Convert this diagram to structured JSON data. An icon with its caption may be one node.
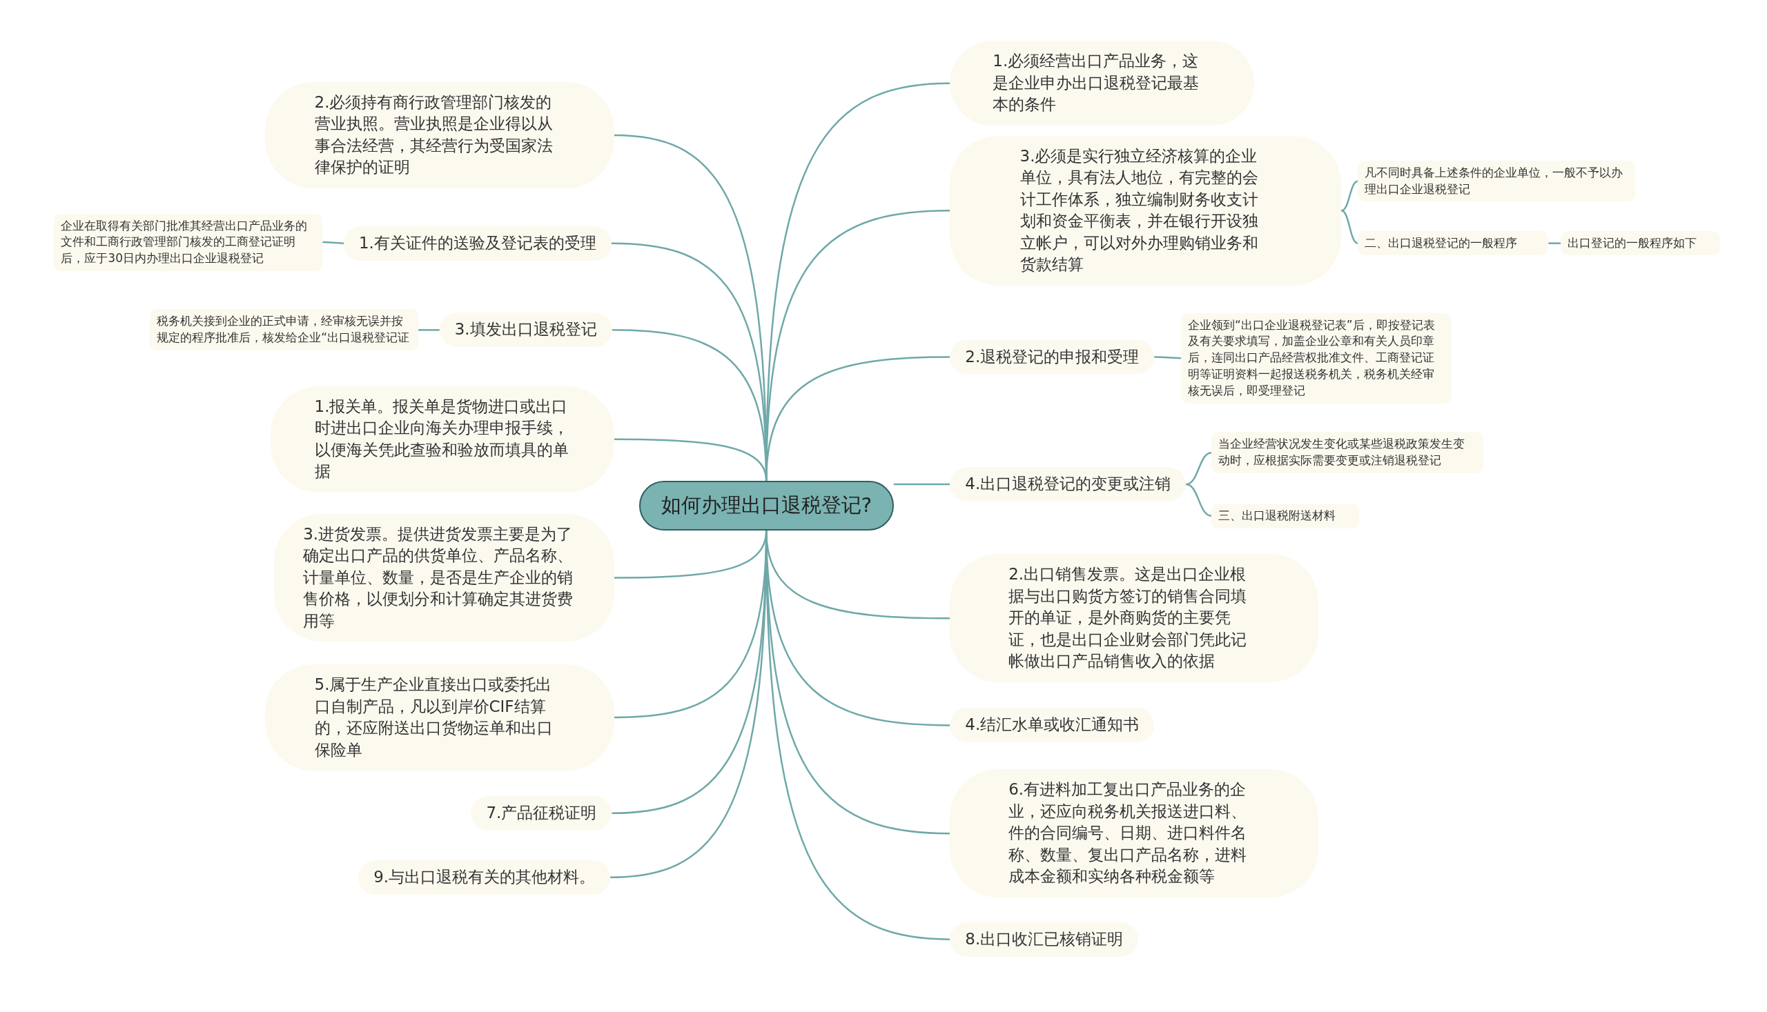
{
  "diagram": {
    "nodes": [
      {
        "text": [
          "如何办理出口退税登记?"
        ]
      },
      {
        "text": [
          "1.必须经营出口产品业务，这是企业申办出口退税登记最基本的条件"
        ]
      },
      {
        "text": [
          "3.必须是实行独立经济核算的企业单位，具有法人地位，有完整的会计工作体系，独立编制财务收支计划和资金平衡表，并在银行开设独立帐户，可以对外办理购销业务和货款结算"
        ]
      },
      {
        "text": [
          "凡不同时具备上述条件的企业单位，一般不予以办理出口企业退税登记"
        ]
      },
      {
        "text": [
          "二、出口退税登记的一般程序"
        ]
      },
      {
        "text": [
          "出口登记的一般程序如下"
        ]
      },
      {
        "text": [
          "2.退税登记的申报和受理"
        ]
      },
      {
        "text": [
          "企业领到“出口企业退税登记表”后，即按登记表及有关要求填写，加盖企业公章和有关人员印章后，连同出口产品经营权批准文件、工商登记证明等证明资料一起报送税务机关，税务机关经审核无误后，即受理登记"
        ]
      },
      {
        "text": [
          "4.出口退税登记的变更或注销"
        ]
      },
      {
        "text": [
          "当企业经营状况发生变化或某些退税政策发生变动时，应根据实际需要变更或注销退税登记"
        ]
      },
      {
        "text": [
          "三、出口退税附送材料"
        ]
      },
      {
        "text": [
          "2.出口销售发票。这是出口企业根据与出口购货方签订的销售合同填开的单证，是外商购货的主要凭证，也是出口企业财会部门凭此记帐做出口产品销售收入的依据"
        ]
      },
      {
        "text": [
          "4.结汇水单或收汇通知书"
        ]
      },
      {
        "text": [
          "6.有进料加工复出口产品业务的企业，还应向税务机关报送进口料、件的合同编号、日期、进口料件名称、数量、复出口产品名称，进料成本金额和实纳各种税金额等"
        ]
      },
      {
        "text": [
          "8.出口收汇已核销证明"
        ]
      },
      {
        "text": [
          "2.必须持有商行政管理部门核发的营业执照。营业执照是企业得以从事合法经营，其经营行为受国家法律保护的证明"
        ]
      },
      {
        "text": [
          "1.有关证件的送验及登记表的受理"
        ]
      },
      {
        "text": [
          "企业在取得有关部门批准其经营出口产品业务的文件和工商行政管理部门核发的工商登记证明后，应于30日内办理出口企业退税登记"
        ]
      },
      {
        "text": [
          "3.填发出口退税登记"
        ]
      },
      {
        "text": [
          "税务机关接到企业的正式申请，经审核无误并按规定的程序批准后，核发给企业“出口退税登记证"
        ]
      },
      {
        "text": [
          "1.报关单。报关单是货物进口或出口时进出口企业向海关办理申报手续，以便海关凭此查验和验放而填具的单据"
        ]
      },
      {
        "text": [
          "3.进货发票。提供进货发票主要是为了确定出口产品的供货单位、产品名称、计量单位、数量，是否是生产企业的销售价格，以便划分和计算确定其进货费用等"
        ]
      },
      {
        "text": [
          "5.属于生产企业直接出口或委托出口自制产品，凡以到岸价CIF结算的，还应附送出口货物运单和出口保险单"
        ]
      },
      {
        "text": [
          "7.产品征税证明"
        ]
      },
      {
        "text": [
          "9.与出口退税有关的其他材料。"
        ]
      }
    ],
    "edges": [
      {
        "from": 0,
        "to": 1,
        "arrow": "none"
      },
      {
        "from": 0,
        "to": 2,
        "arrow": "none"
      },
      {
        "from": 2,
        "to": 3,
        "arrow": "none"
      },
      {
        "from": 2,
        "to": 4,
        "arrow": "none"
      },
      {
        "from": 4,
        "to": 5,
        "arrow": "none"
      },
      {
        "from": 0,
        "to": 6,
        "arrow": "none"
      },
      {
        "from": 6,
        "to": 7,
        "arrow": "none"
      },
      {
        "from": 0,
        "to": 8,
        "arrow": "none"
      },
      {
        "from": 8,
        "to": 9,
        "arrow": "none"
      },
      {
        "from": 8,
        "to": 10,
        "arrow": "none"
      },
      {
        "from": 0,
        "to": 11,
        "arrow": "none"
      },
      {
        "from": 0,
        "to": 12,
        "arrow": "none"
      },
      {
        "from": 0,
        "to": 13,
        "arrow": "none"
      },
      {
        "from": 0,
        "to": 14,
        "arrow": "none"
      },
      {
        "from": 0,
        "to": 15,
        "arrow": "none"
      },
      {
        "from": 0,
        "to": 16,
        "arrow": "none"
      },
      {
        "from": 16,
        "to": 17,
        "arrow": "none"
      },
      {
        "from": 0,
        "to": 18,
        "arrow": "none"
      },
      {
        "from": 18,
        "to": 19,
        "arrow": "none"
      },
      {
        "from": 0,
        "to": 20,
        "arrow": "none"
      },
      {
        "from": 0,
        "to": 21,
        "arrow": "none"
      },
      {
        "from": 0,
        "to": 22,
        "arrow": "none"
      },
      {
        "from": 0,
        "to": 23,
        "arrow": "none"
      },
      {
        "from": 0,
        "to": 24,
        "arrow": "none"
      }
    ]
  }
}
